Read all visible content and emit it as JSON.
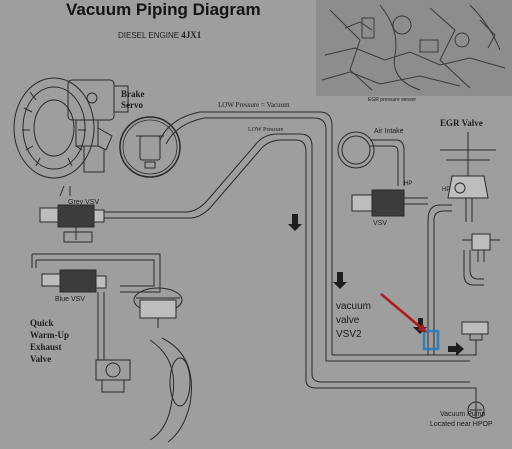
{
  "title": "Vacuum Piping Diagram",
  "subtitle_prefix": "DIESEL ENGINE",
  "subtitle_engine": "4JX1",
  "labels": {
    "brake_servo_1": "Brake",
    "brake_servo_2": "Servo",
    "low_pressure_vacuum": "LOW Pressure = Vacuum",
    "low_pressure": "LOW Pressure",
    "egr_sensor": "EGR pressure sensor",
    "air_intake": "Air Intake",
    "egr_valve": "EGR Valve",
    "hp_1": "HP",
    "hp_2": "HP",
    "vsv": "VSV",
    "grey_vsv": "Grey VSV",
    "blue_vsv": "Blue VSV",
    "quick_1": "Quick",
    "quick_2": "Warm-Up",
    "quick_3": "Exhaust",
    "quick_4": "Valve",
    "pump_1": "Vacuum Pump",
    "pump_2": "Located near HPOP"
  },
  "annotation": {
    "line1": "vacuum",
    "line2": "valve",
    "line3": "VSV2"
  },
  "colors": {
    "background": "#9e9e9e",
    "line": "#2a2a2a",
    "highlight_box": "#2f7fc0",
    "pointer_arrow": "#b21a1a"
  }
}
